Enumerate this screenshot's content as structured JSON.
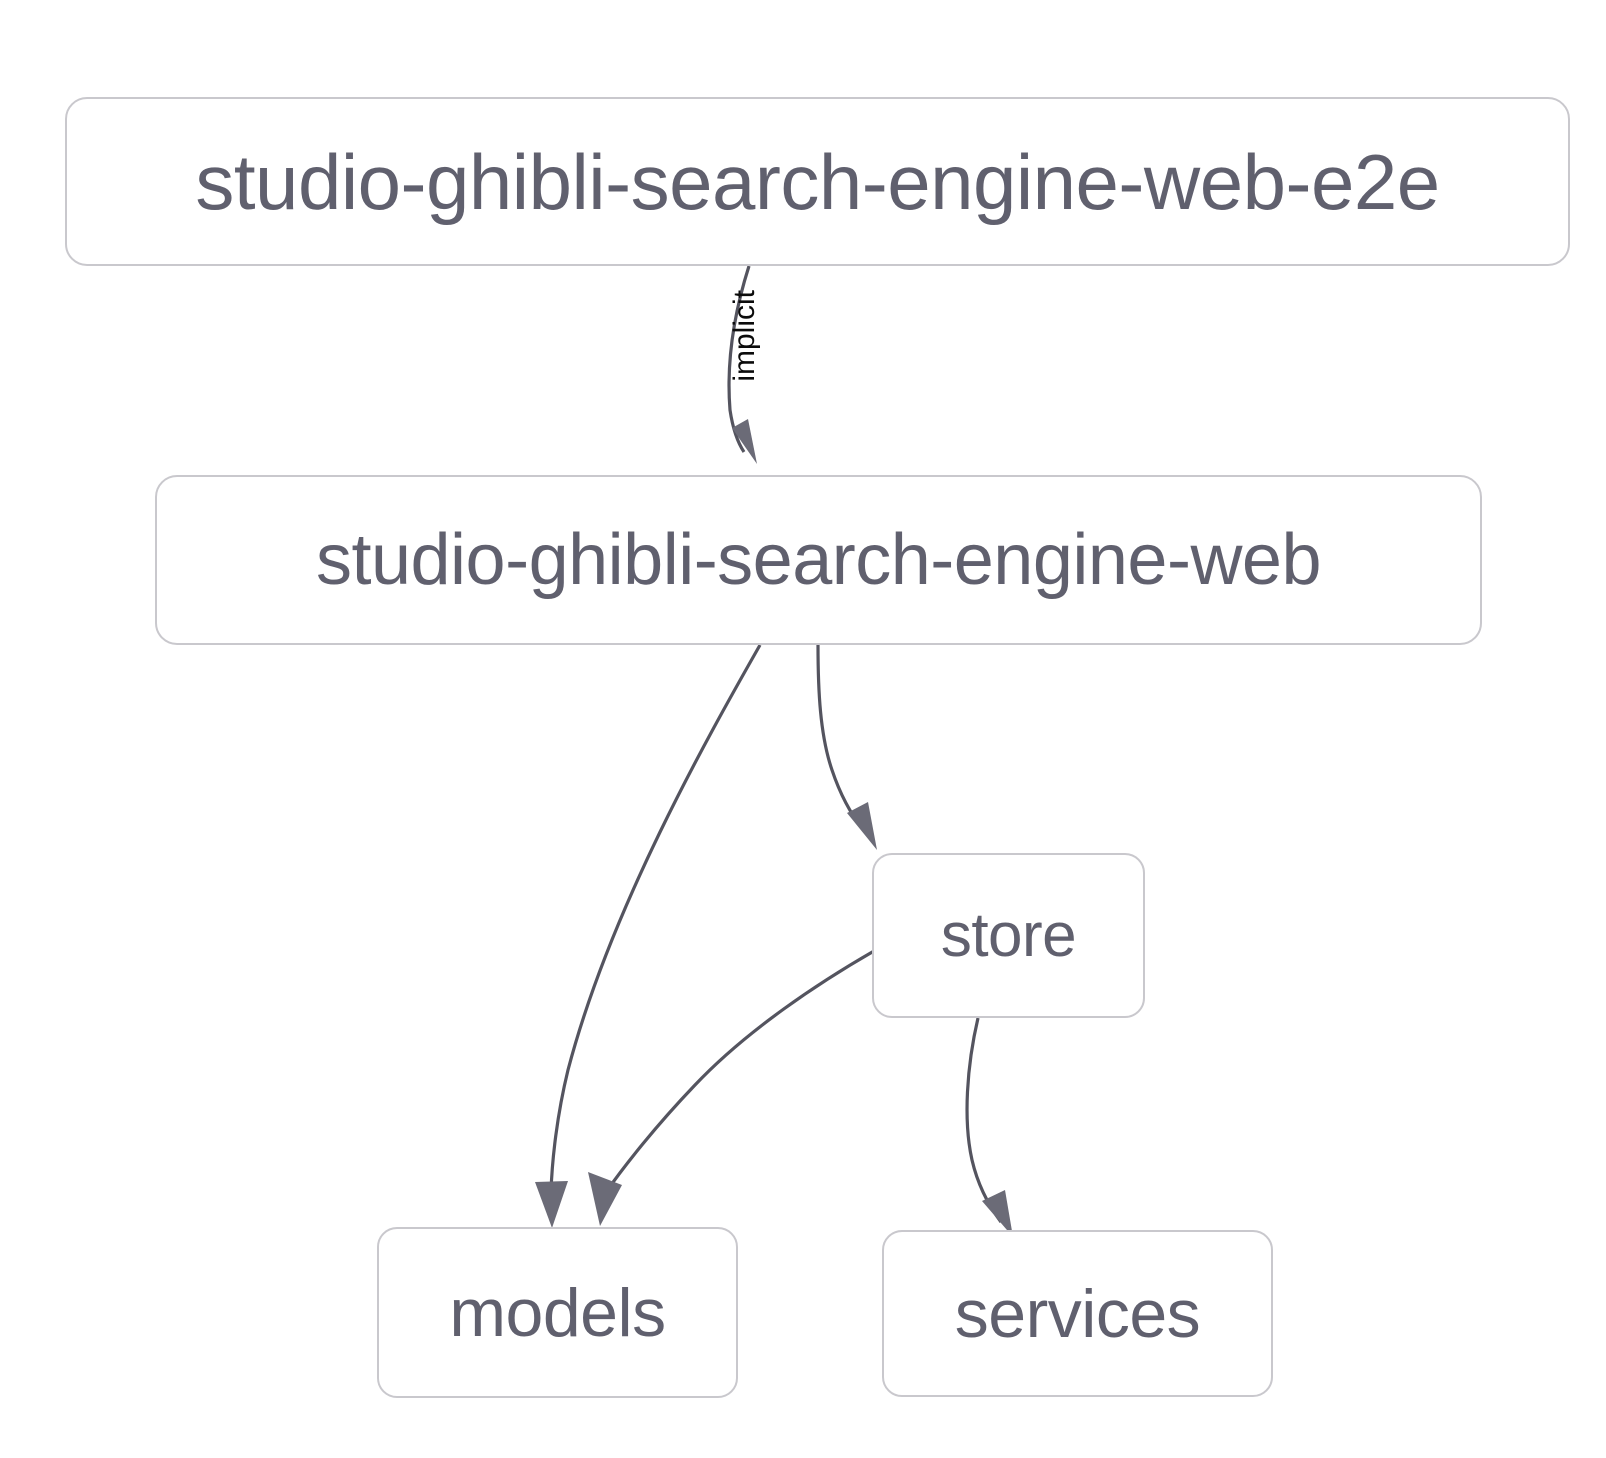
{
  "diagram": {
    "type": "dependency-graph",
    "background_color": "#ffffff",
    "node_border_color": "#c9c8cd",
    "node_text_color": "#60606e",
    "edge_color": "#54545f",
    "edge_label_color": "#0b0b0b",
    "nodes": [
      {
        "id": "web-e2e",
        "label": "studio-ghibli-search-engine-web-e2e"
      },
      {
        "id": "web",
        "label": "studio-ghibli-search-engine-web"
      },
      {
        "id": "store",
        "label": "store"
      },
      {
        "id": "models",
        "label": "models"
      },
      {
        "id": "services",
        "label": "services"
      }
    ],
    "edges": [
      {
        "from": "web-e2e",
        "to": "web",
        "label": "implicit"
      },
      {
        "from": "web",
        "to": "models",
        "label": ""
      },
      {
        "from": "web",
        "to": "store",
        "label": ""
      },
      {
        "from": "store",
        "to": "models",
        "label": ""
      },
      {
        "from": "store",
        "to": "services",
        "label": ""
      }
    ],
    "edge_labels": {
      "implicit": "implicit"
    }
  }
}
